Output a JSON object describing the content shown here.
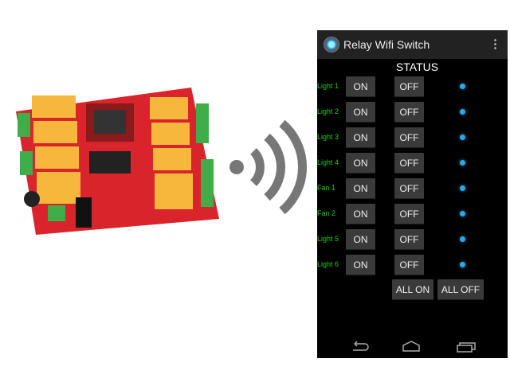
{
  "app": {
    "title": "Relay Wifi Switch",
    "status_heading": "STATUS"
  },
  "relays": [
    {
      "label": "Light 1",
      "on": "ON",
      "off": "OFF"
    },
    {
      "label": "Light 2",
      "on": "ON",
      "off": "OFF"
    },
    {
      "label": "Light 3",
      "on": "ON",
      "off": "OFF"
    },
    {
      "label": "Light 4",
      "on": "ON",
      "off": "OFF"
    },
    {
      "label": "Fan 1",
      "on": "ON",
      "off": "OFF"
    },
    {
      "label": "Fan 2",
      "on": "ON",
      "off": "OFF"
    },
    {
      "label": "Light 5",
      "on": "ON",
      "off": "OFF"
    },
    {
      "label": "Light 6",
      "on": "ON",
      "off": "OFF"
    }
  ],
  "all_on": "ALL ON",
  "all_off": "ALL OFF",
  "colors": {
    "label": "#1ccc1c",
    "status_dot": "#2aa8e8",
    "button": "#3a3a3a",
    "pcb": "#d8242a",
    "relay": "#f6b73c"
  }
}
